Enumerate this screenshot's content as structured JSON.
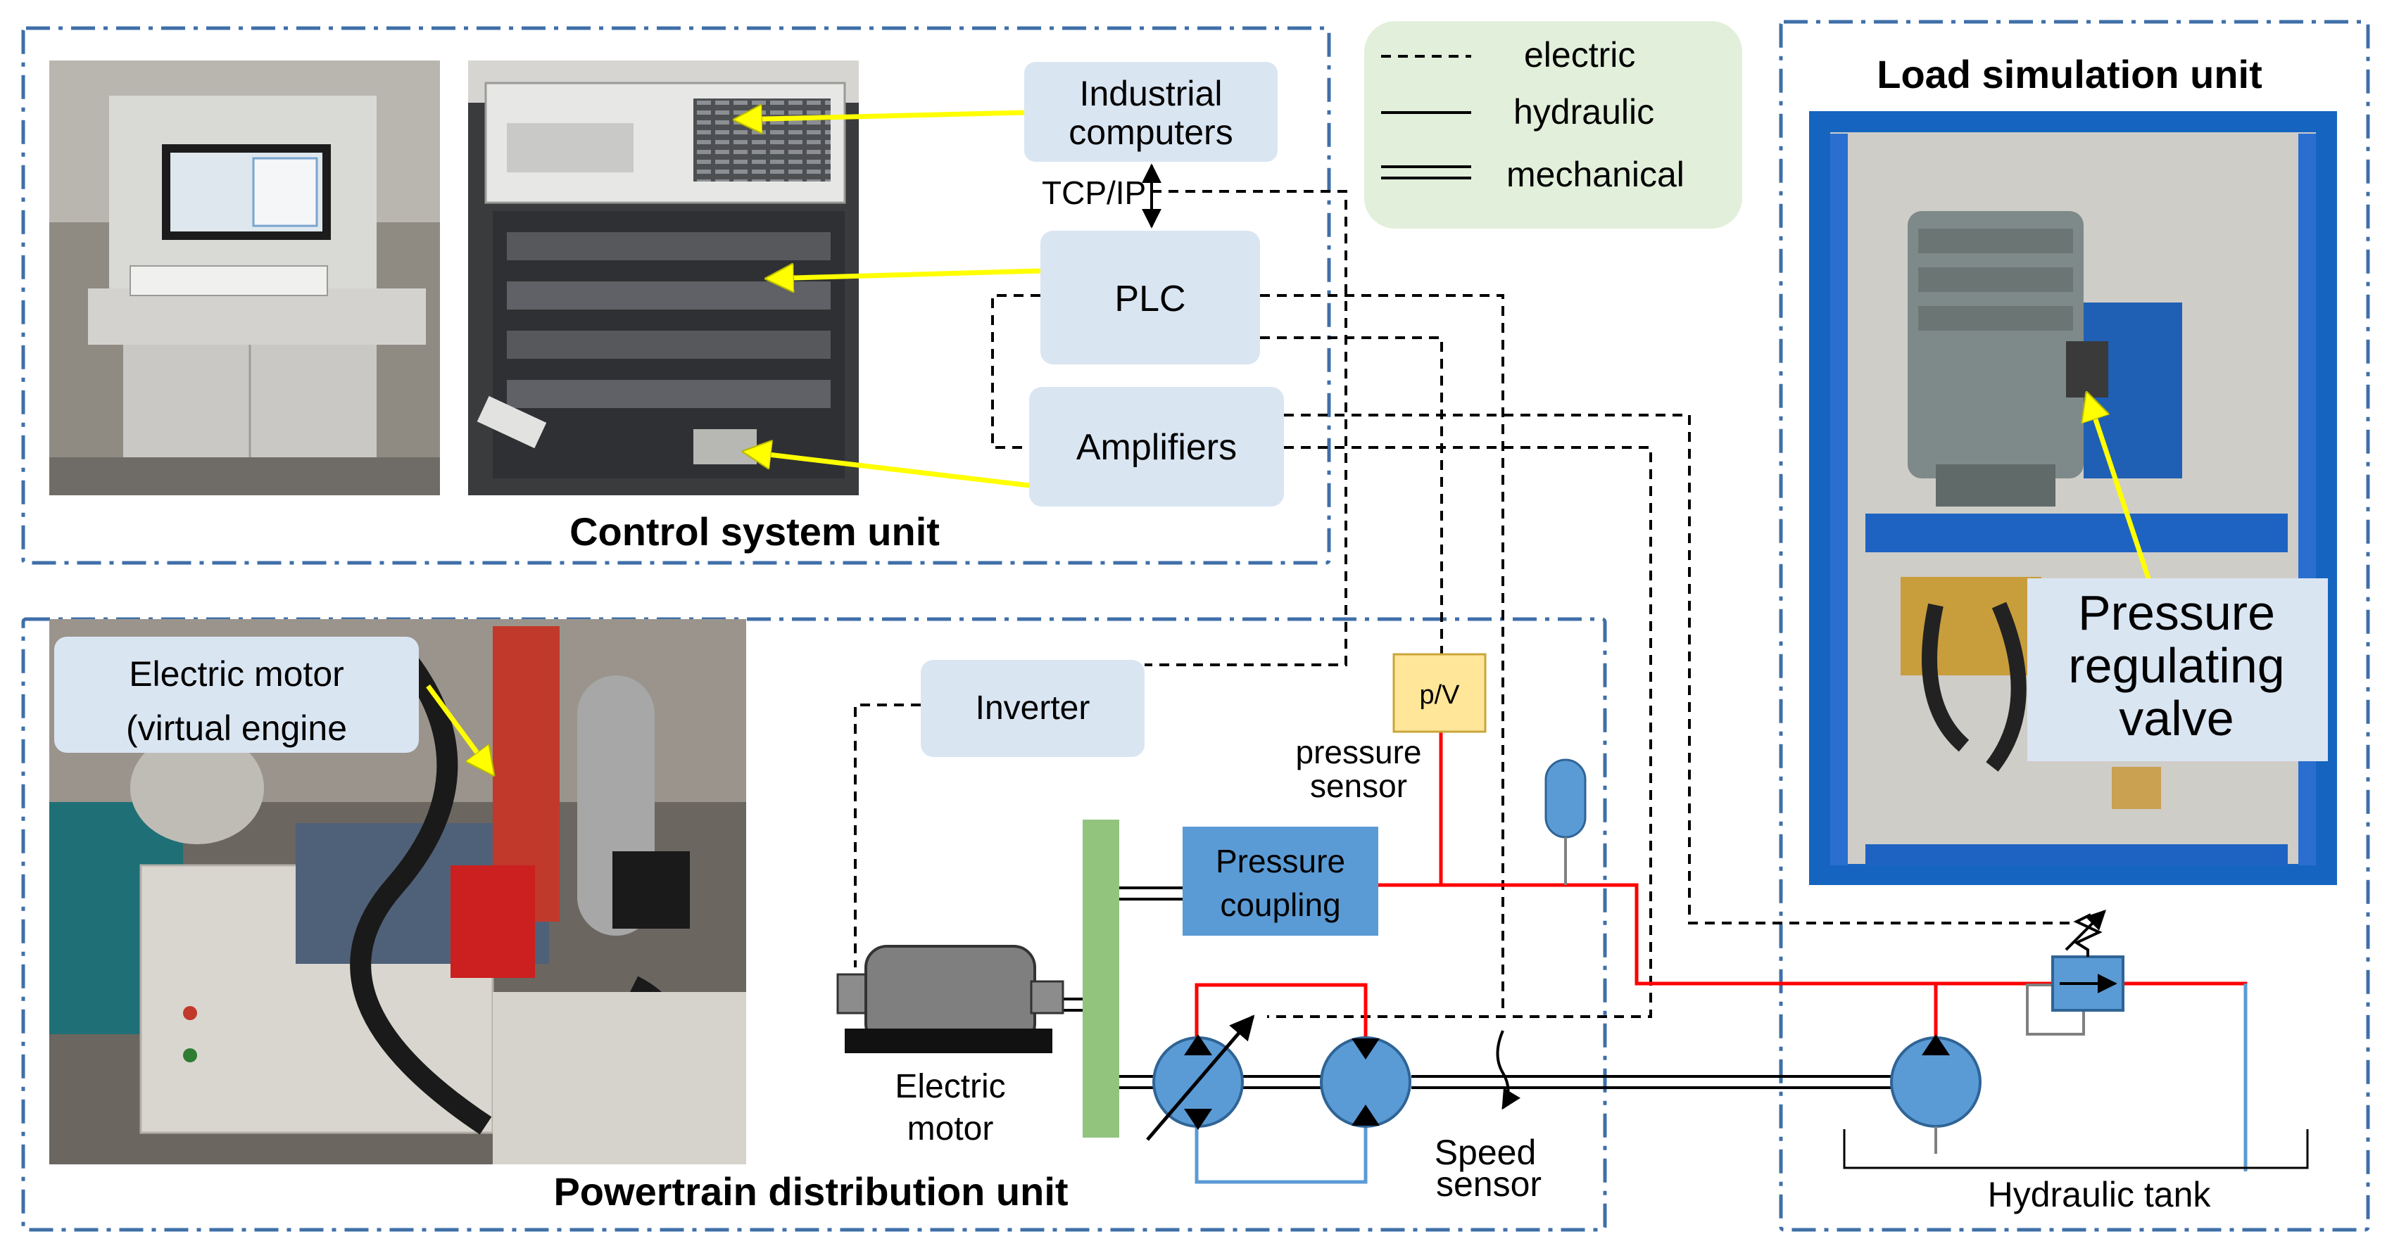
{
  "units": {
    "control": "Control system unit",
    "powertrain": "Powertrain distribution unit",
    "load": "Load simulation unit"
  },
  "legend": {
    "electric": "electric",
    "hydraulic": "hydraulic",
    "mechanical": "mechanical"
  },
  "boxes": {
    "industrial_line1": "Industrial",
    "industrial_line2": "computers",
    "plc": "PLC",
    "amplifiers": "Amplifiers",
    "inverter": "Inverter",
    "pressure_coupling_line1": "Pressure",
    "pressure_coupling_line2": "coupling",
    "electric_motor_line1": "Electric motor",
    "electric_motor_line2": "(virtual engine",
    "prv_line1": "Pressure",
    "prv_line2": "regulating",
    "prv_line3": "valve",
    "pv": "p/V"
  },
  "labels": {
    "tcpip": "TCP/IP",
    "pressure_sensor_line1": "pressure",
    "pressure_sensor_line2": "sensor",
    "electric_motor_line1": "Electric",
    "electric_motor_line2": "motor",
    "speed_sensor_line1": "Speed",
    "speed_sensor_line2": "sensor",
    "hydraulic_tank": "Hydraulic tank"
  },
  "colors": {
    "unit_border": "#3f6fa8",
    "box_fill": "#dae5f2",
    "legend_fill": "#e2efda",
    "component_blue": "#5b9bd5",
    "hydraulic_red": "#ff0000",
    "return_line_blue": "#5b9bd5",
    "shaft_green": "#92c47d",
    "pv_fill": "#ffe699",
    "arrow_yellow": "#ffff00"
  }
}
